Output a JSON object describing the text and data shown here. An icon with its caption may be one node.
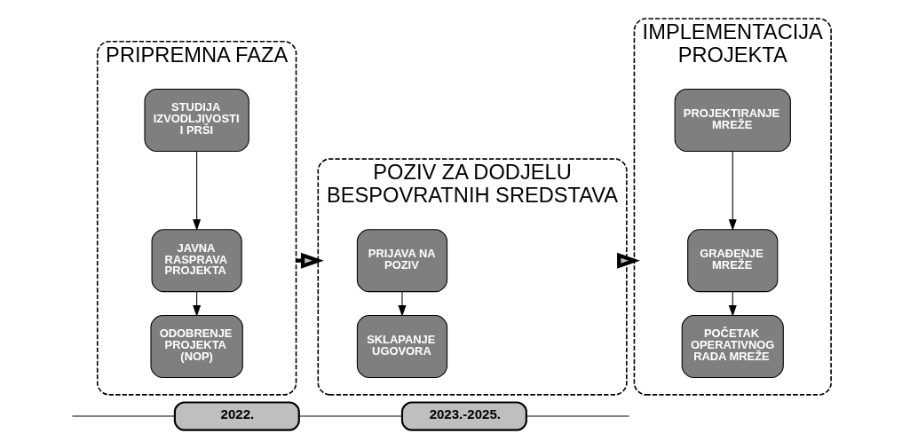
{
  "diagram": {
    "nodes": [
      {
        "text": [
          "PRIPREMNA FAZA"
        ]
      },
      {
        "text": [
          "STUDIJA IZVODLJIVOSTI I PRŠI"
        ],
        "in": 0
      },
      {
        "text": [
          "JAVNA RASPRAVA PROJEKTA"
        ],
        "in": 0
      },
      {
        "text": [
          "ODOBRENJE PROJEKTA (NOP)"
        ],
        "in": 0
      },
      {
        "text": [
          "POZIV ZA DODJELU BESPOVRATNIH SREDSTAVA"
        ]
      },
      {
        "text": [
          "PRIJAVA NA POZIV"
        ],
        "in": 4
      },
      {
        "text": [
          "SKLAPANJE UGOVORA"
        ],
        "in": 4
      },
      {
        "text": [
          "IMPLEMENTACIJA PROJEKTA"
        ]
      },
      {
        "text": [
          "PROJEKTIRANJE MREŽE"
        ],
        "in": 7
      },
      {
        "text": [
          "GRAĐENJE MREŽE"
        ],
        "in": 7
      },
      {
        "text": [
          "POČETAK OPERATIVNOG RADA MREŽE"
        ],
        "in": 7
      },
      {
        "text": [
          "2022."
        ]
      },
      {
        "text": [
          "2023.-2025."
        ]
      }
    ],
    "edges": [
      {
        "from": 1,
        "to": 2,
        "arrow": "to"
      },
      {
        "from": 2,
        "to": 3,
        "arrow": "to"
      },
      {
        "from": 5,
        "to": 6,
        "arrow": "to"
      },
      {
        "from": 8,
        "to": 9,
        "arrow": "to"
      },
      {
        "from": 9,
        "to": 10,
        "arrow": "to"
      },
      {
        "from": 0,
        "to": 4,
        "arrow": "to",
        "style": "thick"
      },
      {
        "from": 4,
        "to": 7,
        "arrow": "to",
        "style": "thick"
      },
      {
        "from": null,
        "to": 11,
        "arrow": "none"
      },
      {
        "from": 11,
        "to": 12,
        "arrow": "none"
      },
      {
        "from": 12,
        "to": null,
        "arrow": "none"
      }
    ]
  }
}
